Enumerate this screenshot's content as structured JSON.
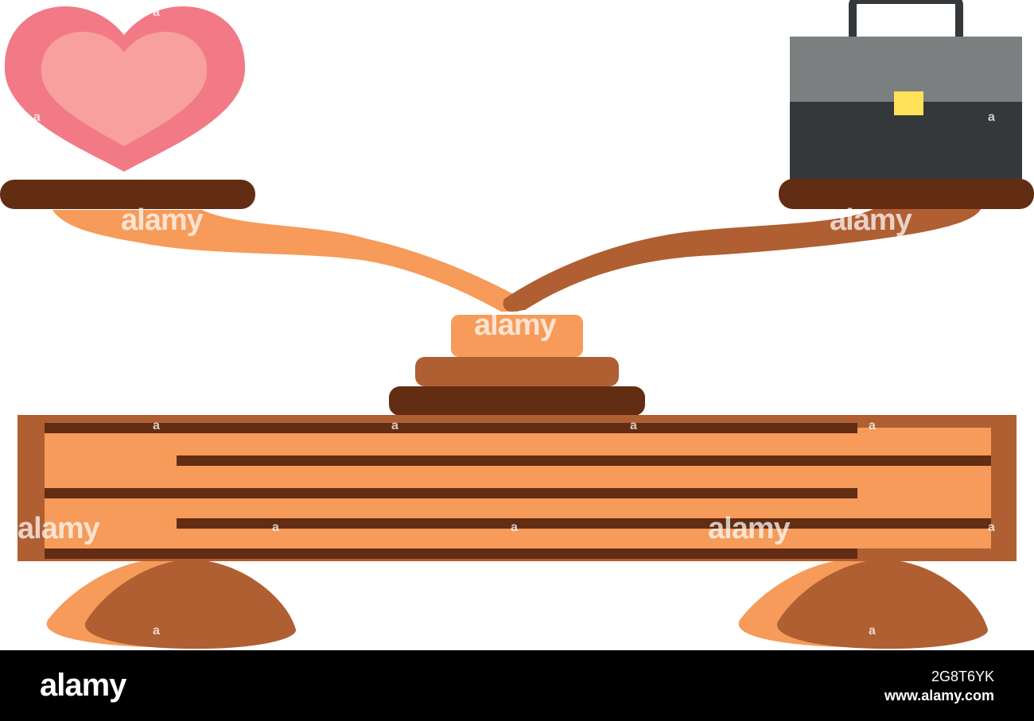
{
  "illustration": {
    "colors": {
      "heart_outer": "#f27a86",
      "heart_inner": "#f7a09e",
      "dark_brown": "#622d13",
      "mid_brown": "#b05f33",
      "light_orange": "#f69b59",
      "briefcase_top": "#7c7f80",
      "briefcase_bottom": "#35383b",
      "briefcase_handle": "#35383b",
      "briefcase_clasp": "#ffe15a"
    },
    "icons": [
      "heart-icon",
      "briefcase-icon",
      "balance-scale-icon"
    ]
  },
  "watermark": {
    "brand": "alamy",
    "mark": "a"
  },
  "footer": {
    "logo": "alamy",
    "image_id": "2G8T6YK",
    "url": "www.alamy.com"
  }
}
